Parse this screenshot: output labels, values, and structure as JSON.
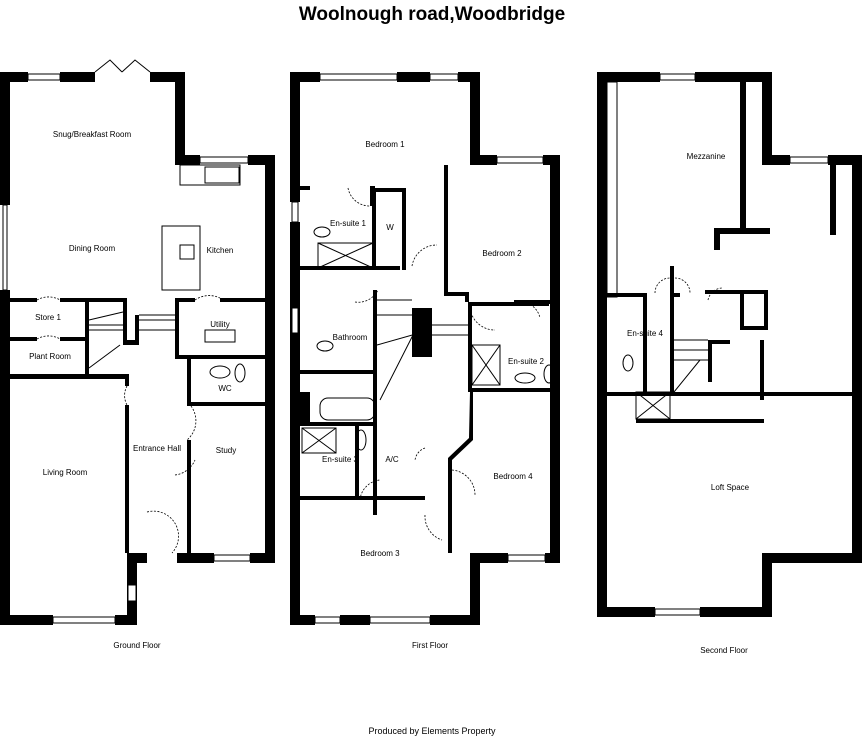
{
  "title": "Woolnough road,Woodbridge",
  "credit": "Produced by Elements Property",
  "floors": [
    {
      "caption": "Ground Floor",
      "rooms": [
        "Snug/Breakfast Room",
        "Dining Room",
        "Kitchen",
        "Store 1",
        "Plant Room",
        "Utility",
        "WC",
        "Entrance Hall",
        "Study",
        "Living Room"
      ]
    },
    {
      "caption": "First Floor",
      "rooms": [
        "Bedroom 1",
        "En-suite 1",
        "W",
        "Bedroom 2",
        "Bathroom",
        "En-suite 2",
        "En-suite 3",
        "A/C",
        "Bedroom 4",
        "Bedroom 3"
      ]
    },
    {
      "caption": "Second Floor",
      "rooms": [
        "Mezzanine",
        "En-suite 4",
        "Loft Space"
      ]
    }
  ]
}
